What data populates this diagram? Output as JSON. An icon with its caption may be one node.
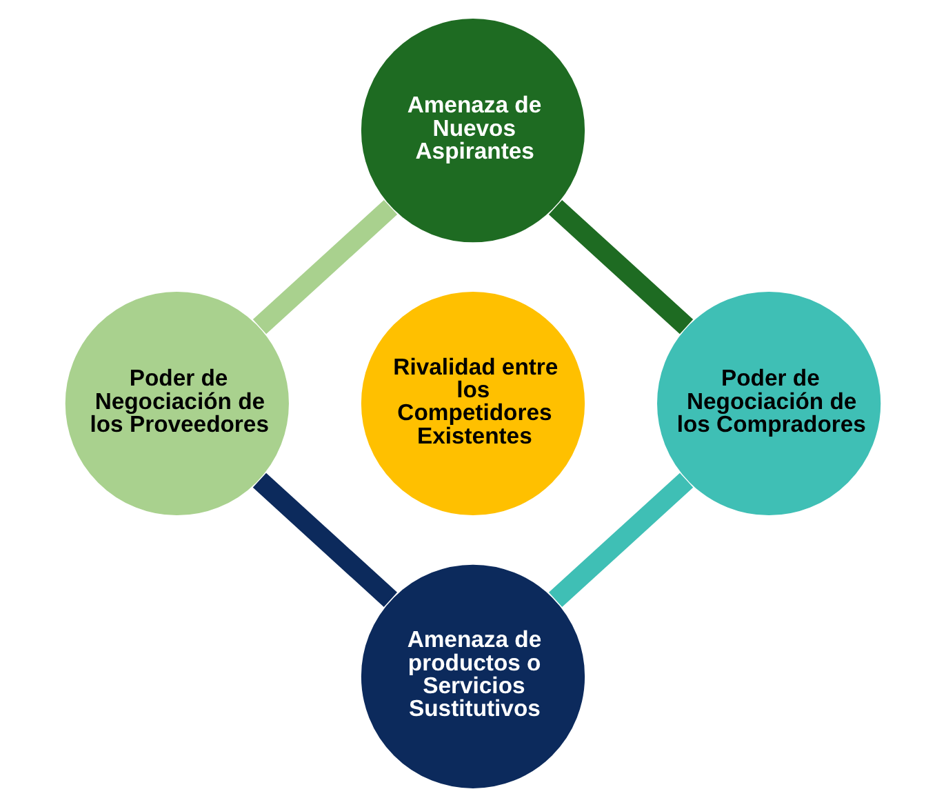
{
  "diagram": {
    "nodes": [
      {
        "text": [
          "Amenaza de Nuevos Aspirantes"
        ]
      },
      {
        "text": [
          "Poder de Negociación de los Proveedores"
        ]
      },
      {
        "text": [
          "Rivalidad entre los Competidores Existentes"
        ]
      },
      {
        "text": [
          "Poder de Negociación de los Compradores"
        ]
      },
      {
        "text": [
          "Amenaza de productos o Servicios Sustitutivos"
        ]
      }
    ],
    "edges": [
      {
        "from": 0,
        "to": 3,
        "arrow": "none",
        "color": "#1e6b22"
      },
      {
        "from": 3,
        "to": 4,
        "arrow": "none",
        "color": "#3fbfb5"
      },
      {
        "from": 4,
        "to": 1,
        "arrow": "none",
        "color": "#0c2a5c"
      },
      {
        "from": 1,
        "to": 0,
        "arrow": "none",
        "color": "#a9d18e"
      }
    ]
  }
}
